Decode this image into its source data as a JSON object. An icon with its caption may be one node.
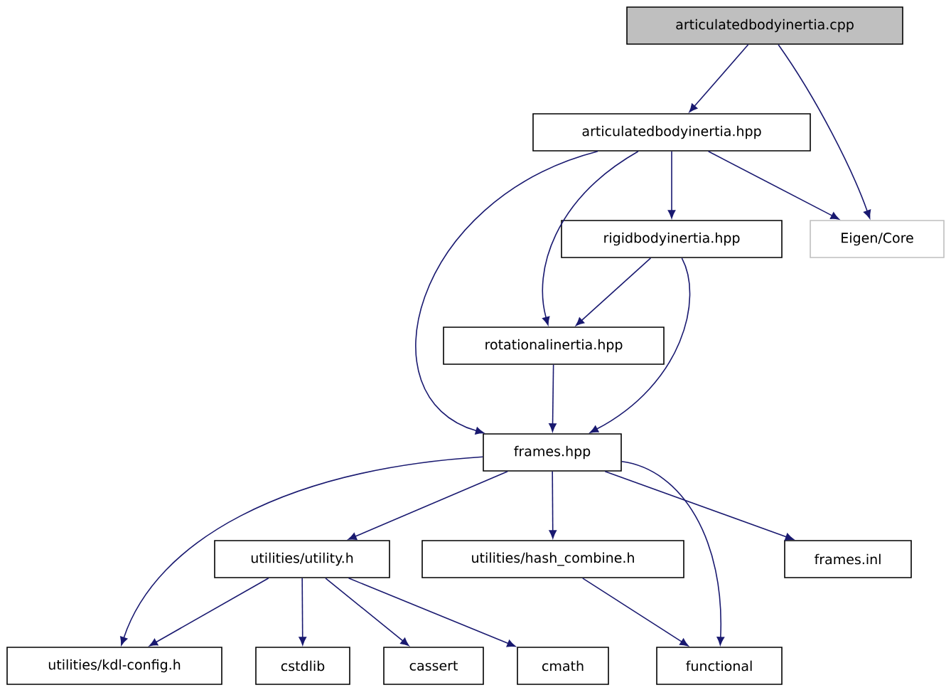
{
  "diagram": {
    "nodes": [
      {
        "text": [
          "articulatedbodyinertia.cpp"
        ]
      },
      {
        "text": [
          "articulatedbodyinertia.hpp"
        ]
      },
      {
        "text": [
          "rigidbodyinertia.hpp"
        ]
      },
      {
        "text": [
          "Eigen/Core"
        ]
      },
      {
        "text": [
          "rotationalinertia.hpp"
        ]
      },
      {
        "text": [
          "frames.hpp"
        ]
      },
      {
        "text": [
          "utilities/utility.h"
        ]
      },
      {
        "text": [
          "utilities/hash_combine.h"
        ]
      },
      {
        "text": [
          "frames.inl"
        ]
      },
      {
        "text": [
          "utilities/kdl-config.h"
        ]
      },
      {
        "text": [
          "cstdlib"
        ]
      },
      {
        "text": [
          "cassert"
        ]
      },
      {
        "text": [
          "cmath"
        ]
      },
      {
        "text": [
          "functional"
        ]
      }
    ],
    "edges": [
      {
        "from": 0,
        "to": 1,
        "arrow": "to"
      },
      {
        "from": 0,
        "to": 3,
        "arrow": "to"
      },
      {
        "from": 1,
        "to": 2,
        "arrow": "to"
      },
      {
        "from": 1,
        "to": 3,
        "arrow": "to"
      },
      {
        "from": 1,
        "to": 4,
        "arrow": "to"
      },
      {
        "from": 1,
        "to": 5,
        "arrow": "to"
      },
      {
        "from": 2,
        "to": 4,
        "arrow": "to"
      },
      {
        "from": 2,
        "to": 5,
        "arrow": "to"
      },
      {
        "from": 4,
        "to": 5,
        "arrow": "to"
      },
      {
        "from": 5,
        "to": 6,
        "arrow": "to"
      },
      {
        "from": 5,
        "to": 7,
        "arrow": "to"
      },
      {
        "from": 5,
        "to": 8,
        "arrow": "to"
      },
      {
        "from": 5,
        "to": 9,
        "arrow": "to"
      },
      {
        "from": 5,
        "to": 13,
        "arrow": "to"
      },
      {
        "from": 6,
        "to": 9,
        "arrow": "to"
      },
      {
        "from": 6,
        "to": 10,
        "arrow": "to"
      },
      {
        "from": 6,
        "to": 11,
        "arrow": "to"
      },
      {
        "from": 6,
        "to": 12,
        "arrow": "to"
      },
      {
        "from": 7,
        "to": 13,
        "arrow": "to"
      }
    ]
  }
}
